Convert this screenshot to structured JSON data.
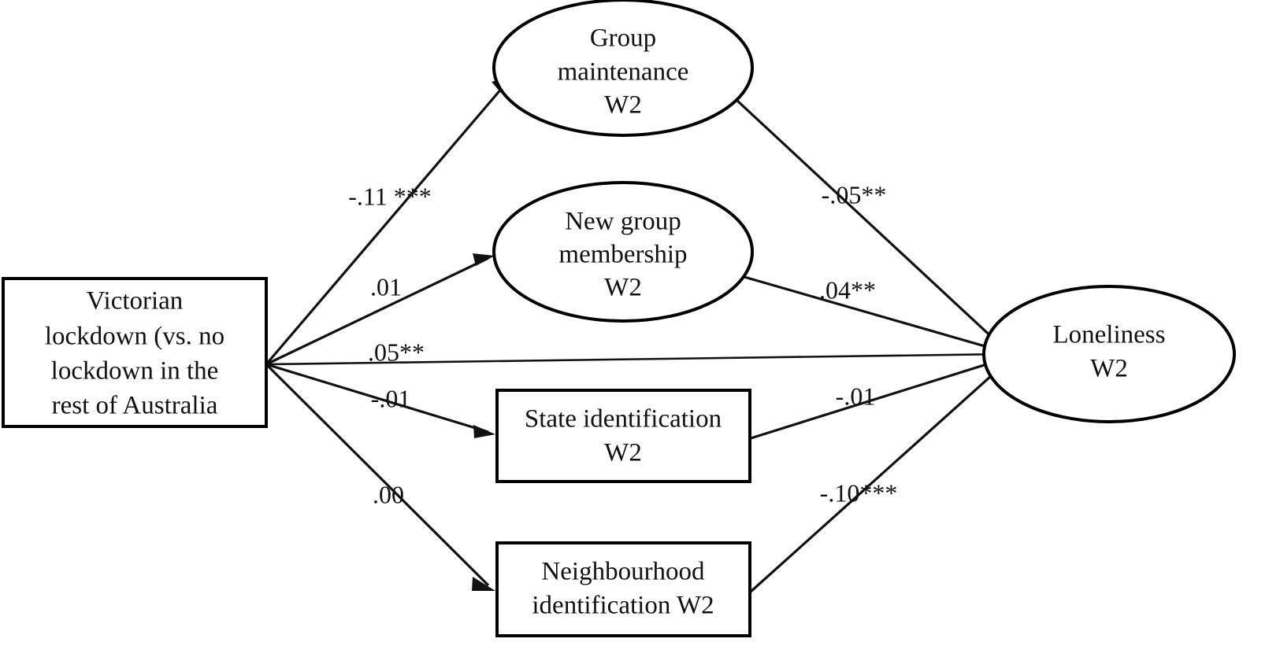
{
  "figure": {
    "type": "path-diagram",
    "background_color": "#ffffff",
    "line_color": "#111111",
    "text_color": "#111111"
  },
  "nodes": {
    "predictor": {
      "id": "victorian-lockdown",
      "shape": "rectangle",
      "lines": [
        "Victorian",
        "lockdown (vs. no",
        "lockdown in the",
        "rest of Australia"
      ]
    },
    "mediator_group_maintenance": {
      "id": "group-maintenance-w2",
      "shape": "ellipse",
      "lines": [
        "Group",
        "maintenance",
        "W2"
      ]
    },
    "mediator_new_group_membership": {
      "id": "new-group-membership-w2",
      "shape": "ellipse",
      "lines": [
        "New group",
        "membership",
        "W2"
      ]
    },
    "mediator_state_identification": {
      "id": "state-identification-w2",
      "shape": "rectangle",
      "lines": [
        "State identification",
        "W2"
      ]
    },
    "mediator_neighbourhood_identification": {
      "id": "neighbourhood-identification-w2",
      "shape": "rectangle",
      "lines": [
        "Neighbourhood",
        "identification W2"
      ]
    },
    "outcome": {
      "id": "loneliness-w2",
      "shape": "ellipse",
      "lines": [
        "Loneliness",
        "W2"
      ]
    }
  },
  "paths": {
    "a_paths": [
      {
        "from": "victorian-lockdown",
        "to": "group-maintenance-w2",
        "coefficient": "-.11 ***"
      },
      {
        "from": "victorian-lockdown",
        "to": "new-group-membership-w2",
        "coefficient": ".01"
      },
      {
        "from": "victorian-lockdown",
        "to": "state-identification-w2",
        "coefficient": "-.01"
      },
      {
        "from": "victorian-lockdown",
        "to": "neighbourhood-identification-w2",
        "coefficient": ".00"
      }
    ],
    "direct_path": {
      "from": "victorian-lockdown",
      "to": "loneliness-w2",
      "coefficient": ".05**"
    },
    "b_paths": [
      {
        "from": "group-maintenance-w2",
        "to": "loneliness-w2",
        "coefficient": "-.05**"
      },
      {
        "from": "new-group-membership-w2",
        "to": "loneliness-w2",
        "coefficient": ".04**"
      },
      {
        "from": "state-identification-w2",
        "to": "loneliness-w2",
        "coefficient": "-.01"
      },
      {
        "from": "neighbourhood-identification-w2",
        "to": "loneliness-w2",
        "coefficient": "-.10***"
      }
    ]
  }
}
